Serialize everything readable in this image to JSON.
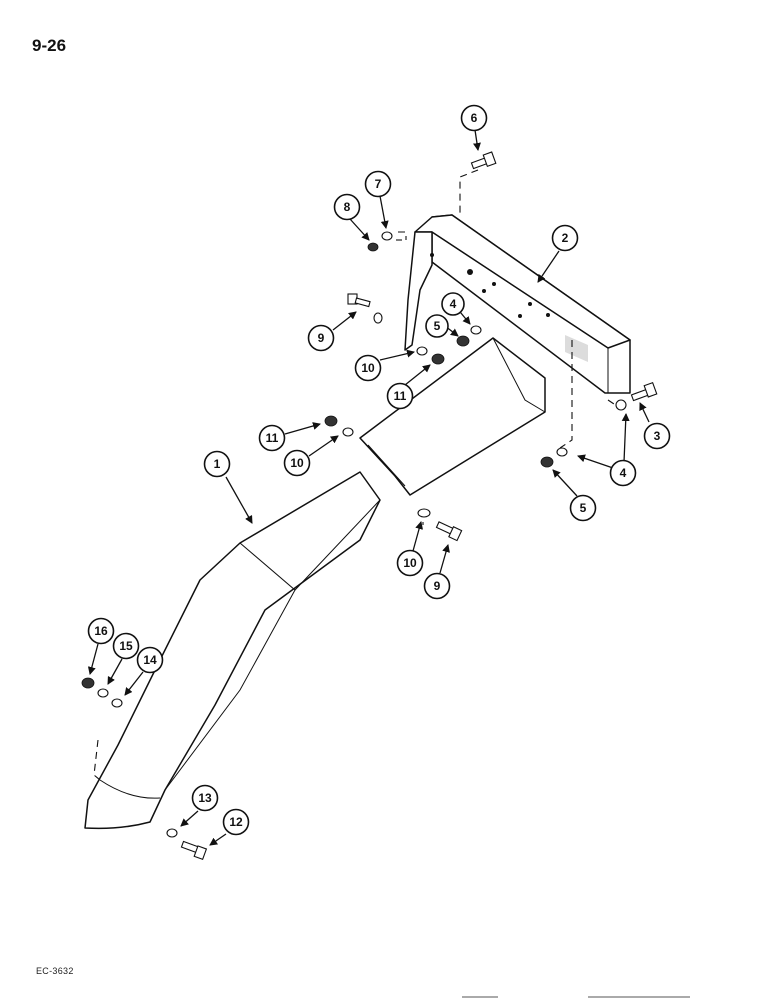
{
  "page": {
    "number": "9-26",
    "ref_code": "EC-3632"
  },
  "callouts": [
    "1",
    "2",
    "3",
    "4",
    "4",
    "5",
    "5",
    "6",
    "7",
    "8",
    "9",
    "9",
    "10",
    "10",
    "10",
    "11",
    "11",
    "12",
    "13",
    "14",
    "15",
    "16"
  ]
}
